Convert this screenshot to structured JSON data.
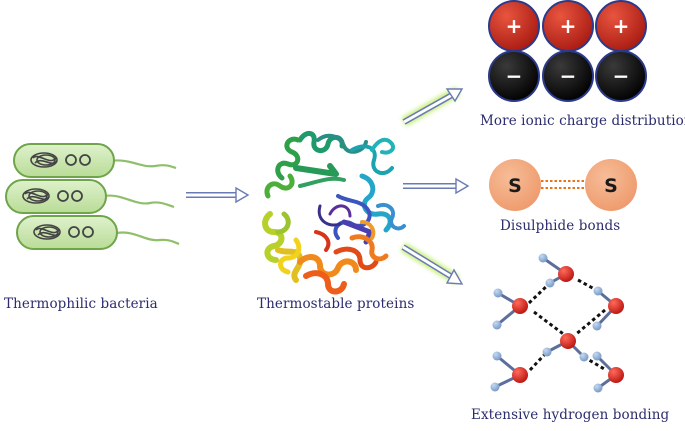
{
  "labels": {
    "bacteria": "Thermophilic bacteria",
    "proteins": "Thermostable proteins",
    "ionic": "More ionic charge distribution",
    "disulphide": "Disulphide bonds",
    "hbond": "Extensive hydrogen bonding"
  },
  "symbols": {
    "positive": "+",
    "negative": "−",
    "sulfur": "S"
  },
  "colors": {
    "text": "#2b2c6e",
    "bacteria_fill": "#c9e6ad",
    "positive_charge": "#c8281d",
    "negative_charge": "#0a0a0a",
    "sulfur_atom": "#f2a77c",
    "oxygen_atom": "#d9221c",
    "hydrogen_atom": "#8fb0d6",
    "arrow_glow": "#c8f07a"
  }
}
